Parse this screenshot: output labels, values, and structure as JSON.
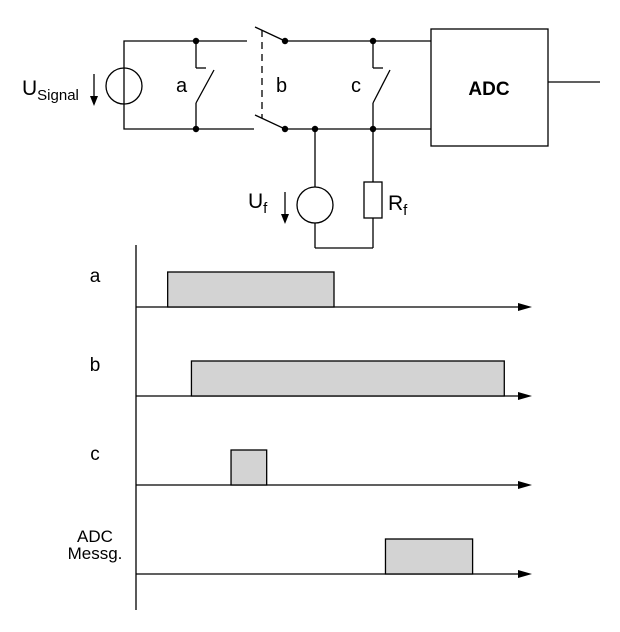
{
  "circuit": {
    "source_signal": {
      "main": "U",
      "sub": "Signal"
    },
    "switch_a": "a",
    "switch_b": "b",
    "switch_c": "c",
    "adc_label": "ADC",
    "source_f": {
      "main": "U",
      "sub": "f"
    },
    "resistor_f": {
      "main": "R",
      "sub": "f"
    }
  },
  "timing": {
    "rows": [
      {
        "label": [
          "a"
        ],
        "start": 0.08,
        "end": 0.5
      },
      {
        "label": [
          "b"
        ],
        "start": 0.14,
        "end": 0.93
      },
      {
        "label": [
          "c"
        ],
        "start": 0.24,
        "end": 0.33
      },
      {
        "label": [
          "ADC",
          "Messg."
        ],
        "start": 0.63,
        "end": 0.85
      }
    ],
    "pulse_fill": "#d3d3d3"
  }
}
